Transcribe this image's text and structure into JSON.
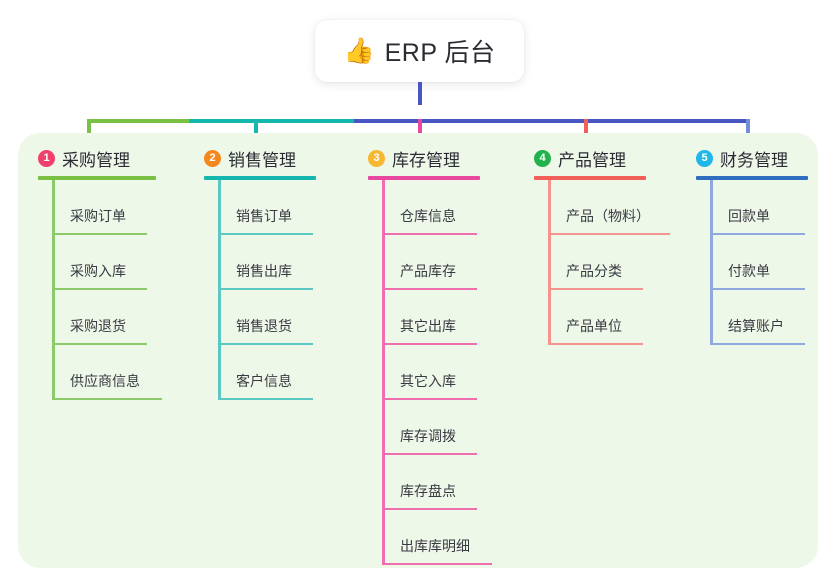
{
  "root": {
    "emoji": "👍",
    "emoji_name": "thumbs-up-icon",
    "title": "ERP 后台"
  },
  "palette": {
    "panel_bg": "#eef8e9",
    "page_bg": "#ffffff",
    "card_bg": "#ffffff",
    "text": "#2b2b33",
    "stem": "#4a55c4",
    "bus_green": "#7ac143",
    "bus_teal": "#14b7ae",
    "bus_blue": "#4a55c4"
  },
  "columns": [
    {
      "index": "1",
      "title": "采购管理",
      "badge_color": "#f0416c",
      "rule_color": "#7ac143",
      "branch_color": "#8cc96a",
      "rule_width": 118,
      "items": [
        {
          "label": "采购订单",
          "rule_width": 95
        },
        {
          "label": "采购入库",
          "rule_width": 95
        },
        {
          "label": "采购退货",
          "rule_width": 95
        },
        {
          "label": "供应商信息",
          "rule_width": 110
        }
      ]
    },
    {
      "index": "2",
      "title": "销售管理",
      "badge_color": "#f5871f",
      "rule_color": "#14b7ae",
      "branch_color": "#5bc8c2",
      "rule_width": 112,
      "items": [
        {
          "label": "销售订单",
          "rule_width": 95
        },
        {
          "label": "销售出库",
          "rule_width": 95
        },
        {
          "label": "销售退货",
          "rule_width": 95
        },
        {
          "label": "客户信息",
          "rule_width": 95
        }
      ]
    },
    {
      "index": "3",
      "title": "库存管理",
      "badge_color": "#f7b731",
      "rule_color": "#e8489d",
      "branch_color": "#ef6fae",
      "rule_width": 112,
      "items": [
        {
          "label": "仓库信息",
          "rule_width": 95
        },
        {
          "label": "产品库存",
          "rule_width": 95
        },
        {
          "label": "其它出库",
          "rule_width": 95
        },
        {
          "label": "其它入库",
          "rule_width": 95
        },
        {
          "label": "库存调拨",
          "rule_width": 95
        },
        {
          "label": "库存盘点",
          "rule_width": 95
        },
        {
          "label": "出库库明细",
          "rule_width": 110
        }
      ]
    },
    {
      "index": "4",
      "title": "产品管理",
      "badge_color": "#22b24c",
      "rule_color": "#f2605a",
      "branch_color": "#f5938e",
      "rule_width": 112,
      "items": [
        {
          "label": "产品（物料）",
          "rule_width": 122
        },
        {
          "label": "产品分类",
          "rule_width": 95
        },
        {
          "label": "产品单位",
          "rule_width": 95
        }
      ]
    },
    {
      "index": "5",
      "title": "财务管理",
      "badge_color": "#1fb6e8",
      "rule_color": "#2f6dc0",
      "branch_color": "#8fa9de",
      "rule_width": 112,
      "items": [
        {
          "label": "回款单",
          "rule_width": 95
        },
        {
          "label": "付款单",
          "rule_width": 95
        },
        {
          "label": "结算账户",
          "rule_width": 95
        }
      ]
    }
  ]
}
